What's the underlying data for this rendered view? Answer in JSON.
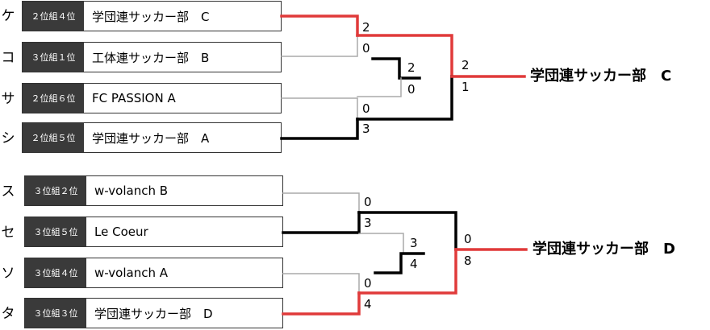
{
  "groups": [
    {
      "teams": [
        {
          "letter": "ケ",
          "seed": "２位組４位",
          "name": "学団連サッカー部　C"
        },
        {
          "letter": "コ",
          "seed": "３位組１位",
          "name": "工体連サッカー部　B"
        },
        {
          "letter": "サ",
          "seed": "２位組６位",
          "name": "FC PASSION A"
        },
        {
          "letter": "シ",
          "seed": "２位組５位",
          "name": "学団連サッカー部　A"
        }
      ],
      "scores": {
        "r1_top": {
          "home": "2",
          "away": "0"
        },
        "r1_bottom": {
          "home": "0",
          "away": "3"
        },
        "r2": {
          "home": "2",
          "away": "0"
        },
        "final": {
          "home": "2",
          "away": "1"
        }
      },
      "winner": "学団連サッカー部　C"
    },
    {
      "teams": [
        {
          "letter": "ス",
          "seed": "３位組２位",
          "name": "w-volanch B"
        },
        {
          "letter": "セ",
          "seed": "３位組５位",
          "name": "Le Coeur"
        },
        {
          "letter": "ソ",
          "seed": "３位組４位",
          "name": "w-volanch A"
        },
        {
          "letter": "タ",
          "seed": "３位組３位",
          "name": "学団連サッカー部　D"
        }
      ],
      "scores": {
        "r1_top": {
          "home": "0",
          "away": "3"
        },
        "r1_bottom": {
          "home": "0",
          "away": "4"
        },
        "r2": {
          "home": "3",
          "away": "4"
        },
        "final": {
          "home": "0",
          "away": "8"
        }
      },
      "winner": "学団連サッカー部　D"
    }
  ],
  "colors": {
    "win_red": "#e03a3a",
    "win_black": "#000000",
    "loss_gray": "#aaaaaa",
    "seed_bg": "#3a3a3a"
  }
}
